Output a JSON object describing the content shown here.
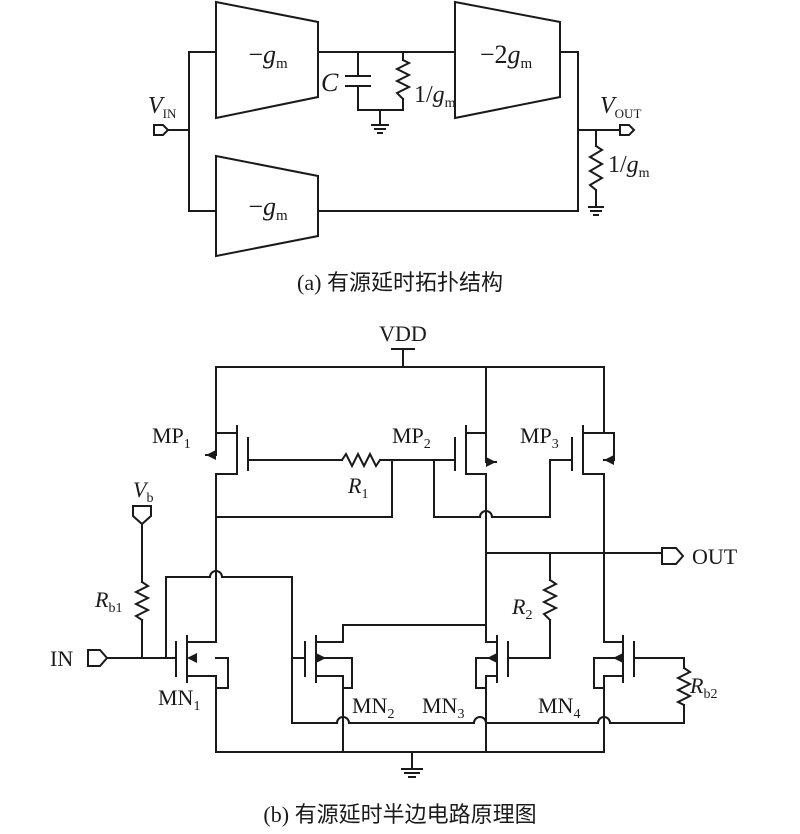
{
  "part_a": {
    "amp_top_left": {
      "sign": "−",
      "sym": "g",
      "sub": "m"
    },
    "amp_top_right": {
      "sign": "−2",
      "sym": "g",
      "sub": "m"
    },
    "amp_bottom": {
      "sign": "−",
      "sym": "g",
      "sub": "m"
    },
    "cap_label": "C",
    "res_mid": {
      "prefix": "1/",
      "sym": "g",
      "sub": "m"
    },
    "res_out": {
      "prefix": "1/",
      "sym": "g",
      "sub": "m"
    },
    "vin": {
      "sym": "V",
      "sub": "IN"
    },
    "vout": {
      "sym": "V",
      "sub": "OUT"
    },
    "caption": "(a) 有源延时拓扑结构"
  },
  "part_b": {
    "vdd": "VDD",
    "mp1": {
      "base": "MP",
      "sub": "1"
    },
    "mp2": {
      "base": "MP",
      "sub": "2"
    },
    "mp3": {
      "base": "MP",
      "sub": "3"
    },
    "r1": {
      "sym": "R",
      "sub": "1"
    },
    "vb": {
      "sym": "V",
      "sub": "b"
    },
    "rb1": {
      "sym": "R",
      "sub": "b1"
    },
    "r2": {
      "sym": "R",
      "sub": "2"
    },
    "rb2": {
      "sym": "R",
      "sub": "b2"
    },
    "in_label": "IN",
    "out_label": "OUT",
    "mn1": {
      "base": "MN",
      "sub": "1"
    },
    "mn2": {
      "base": "MN",
      "sub": "2"
    },
    "mn3": {
      "base": "MN",
      "sub": "3"
    },
    "mn4": {
      "base": "MN",
      "sub": "4"
    },
    "caption": "(b) 有源延时半边电路原理图"
  }
}
